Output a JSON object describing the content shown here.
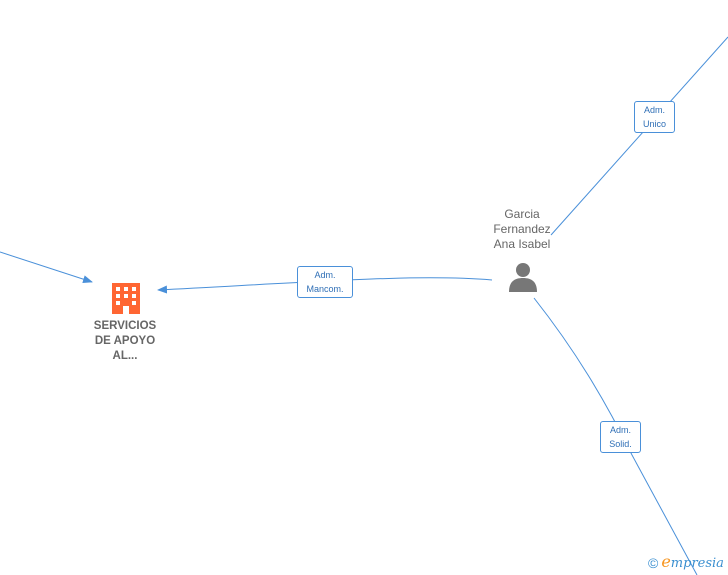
{
  "nodes": {
    "company": {
      "name_lines": [
        "SERVICIOS",
        "DE APOYO",
        "AL..."
      ],
      "type": "company",
      "icon": "building-icon",
      "color": "#ff6633"
    },
    "person": {
      "name_lines": [
        "Garcia",
        "Fernandez",
        "Ana Isabel"
      ],
      "type": "person",
      "icon": "person-icon",
      "color": "#777777"
    }
  },
  "edges": [
    {
      "id": "mancom",
      "label_lines": [
        "Adm.",
        "Mancom."
      ]
    },
    {
      "id": "unico",
      "label_lines": [
        "Adm.",
        "Unico"
      ]
    },
    {
      "id": "solid",
      "label_lines": [
        "Adm.",
        "Solid."
      ]
    }
  ],
  "watermark": {
    "copyright": "©",
    "brand_first": "e",
    "brand_rest": "mpresia"
  },
  "colors": {
    "edge": "#4a90d9",
    "company": "#ff6633",
    "person": "#777777",
    "text": "#666666"
  }
}
